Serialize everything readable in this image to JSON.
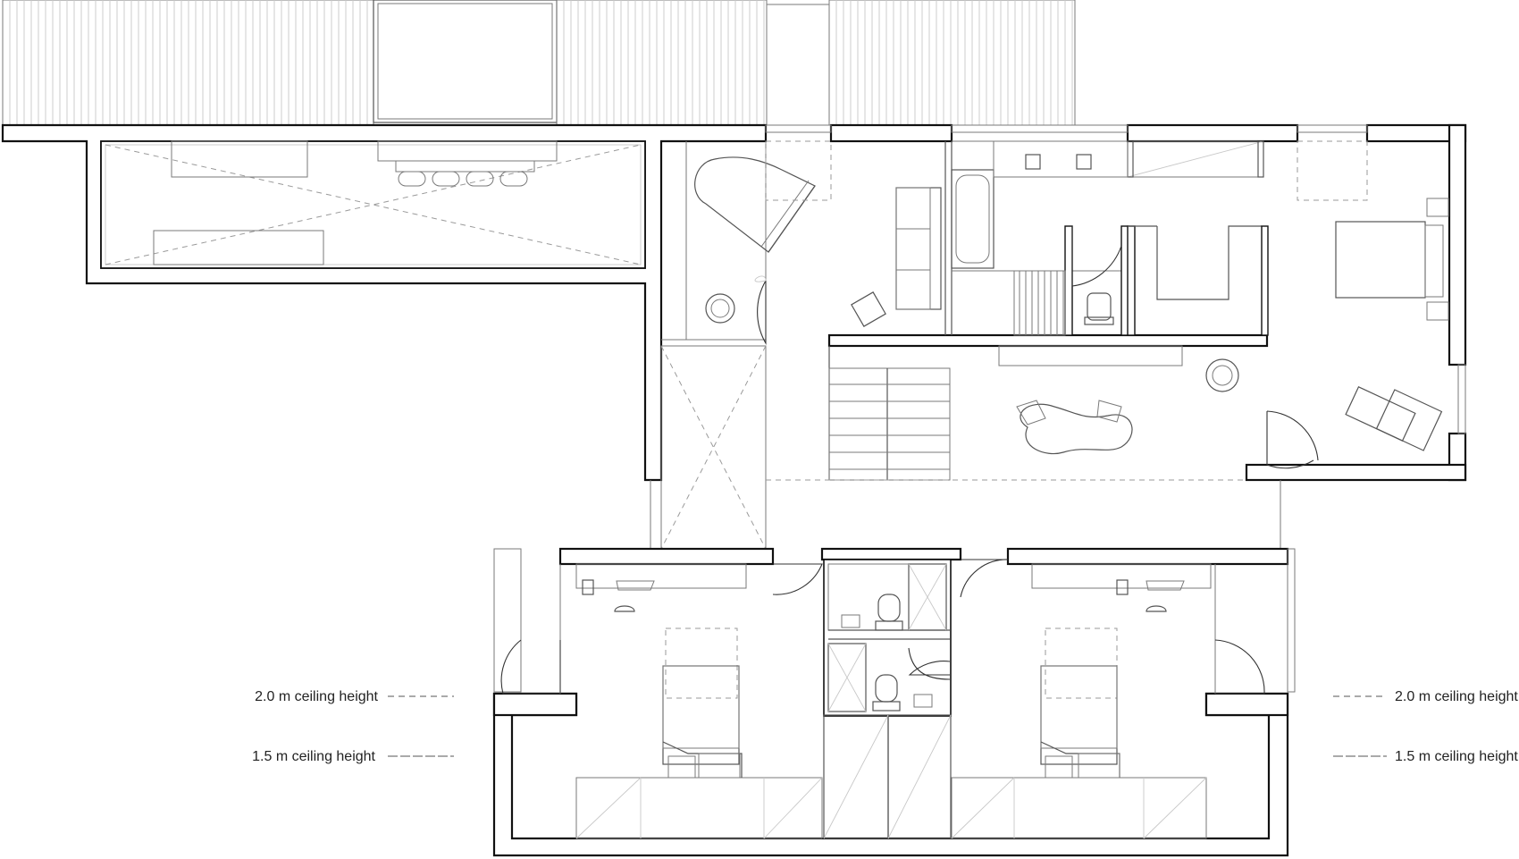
{
  "legend": {
    "left": [
      {
        "label": "2.0  m  ceiling  height"
      },
      {
        "label": "1.5  m  ceiling  height"
      }
    ],
    "right": [
      {
        "label": "2.0  m  ceiling  height"
      },
      {
        "label": "1.5  m  ceiling  height"
      }
    ]
  },
  "colors": {
    "wall": "#1a1a1a",
    "line": "#7a7a7a",
    "background": "#ffffff"
  }
}
